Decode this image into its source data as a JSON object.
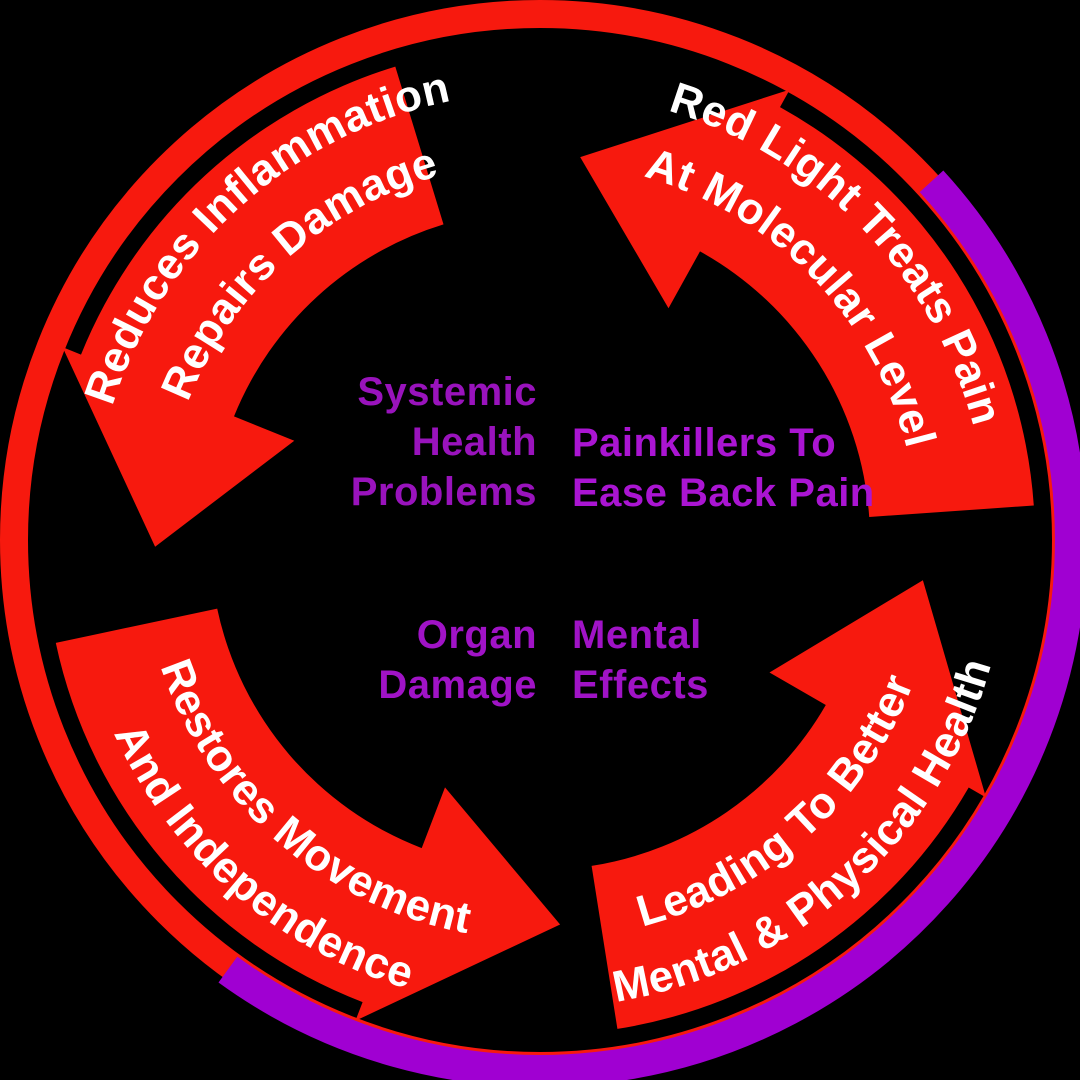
{
  "diagram": {
    "background_color": "#000000",
    "arrow_color": "#F7190E",
    "arrow_text_color": "#FFFFFF",
    "ring": {
      "red_color": "#F7190E",
      "purple_color": "#A000D2"
    },
    "cycle_arrows": [
      {
        "name": "arrow-top-right",
        "lines": [
          "Red Light Treats Pain",
          "At Molecular Level"
        ]
      },
      {
        "name": "arrow-top-left",
        "lines": [
          "Reduces Inflammation",
          "Repairs Damage"
        ]
      },
      {
        "name": "arrow-bottom-left",
        "lines": [
          "Restores Movement",
          "And Independence"
        ]
      },
      {
        "name": "arrow-bottom-right",
        "lines": [
          "Leading To Better",
          "Mental & Physical Health"
        ]
      }
    ],
    "center_labels": [
      {
        "name": "systemic-health-problems",
        "lines": [
          "Systemic",
          "Health",
          "Problems"
        ],
        "color": "#9913BC"
      },
      {
        "name": "painkillers-to-ease-back-pain",
        "lines": [
          "Painkillers To",
          "Ease Back Pain"
        ],
        "color": "#AA15D2"
      },
      {
        "name": "organ-damage",
        "lines": [
          "Organ",
          "Damage"
        ],
        "color": "#A013C6"
      },
      {
        "name": "mental-effects",
        "lines": [
          "Mental",
          "Effects"
        ],
        "color": "#A013C6"
      }
    ]
  }
}
